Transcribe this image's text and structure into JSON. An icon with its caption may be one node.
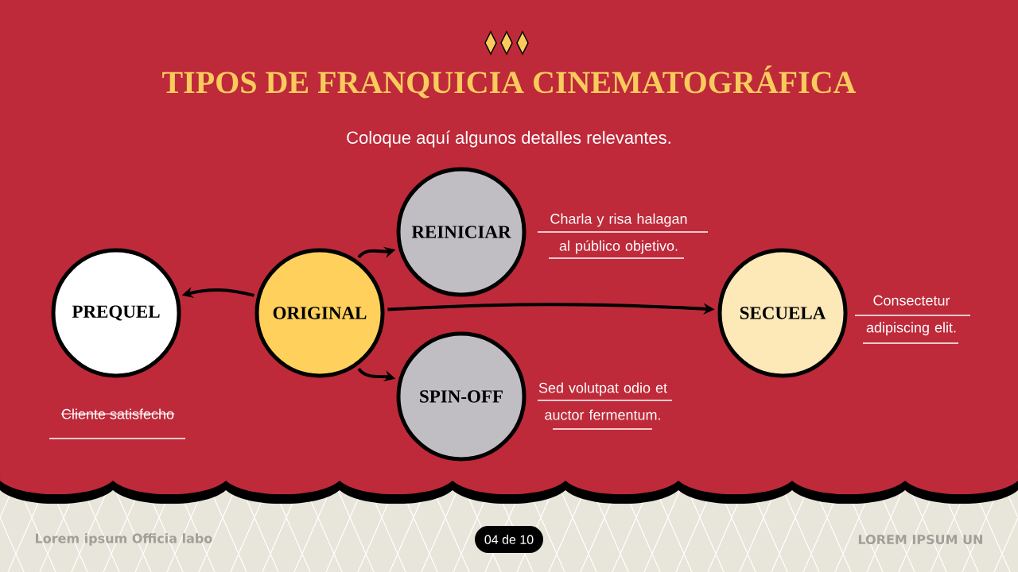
{
  "diagram": {
    "title": "TIPOS DE FRANQUICIA CINEMATOGRÁFICA",
    "nodes": [
      {
        "text": [
          "PREQUEL"
        ],
        "beside": [
          "Cliente satisfecho"
        ]
      },
      {
        "text": [
          "ORIGINAL"
        ]
      },
      {
        "text": [
          "REINICIAR"
        ],
        "beside": [
          "Charla y risa halagan al público objetivo."
        ]
      },
      {
        "text": [
          "SPIN-OFF"
        ],
        "beside": [
          "Sed volutpat odio et auctor fermentum."
        ]
      },
      {
        "text": [
          "SECUELA"
        ],
        "beside": [
          "Consectetur adipiscing elit."
        ]
      }
    ],
    "edges": [
      {
        "from": 1,
        "to": 0,
        "arrow": "to"
      },
      {
        "from": 1,
        "to": 2,
        "arrow": "to"
      },
      {
        "from": 1,
        "to": 3,
        "arrow": "to"
      },
      {
        "from": 1,
        "to": 4,
        "arrow": "to"
      }
    ],
    "labels": [
      "Coloque aquí algunos detalles relevantes.",
      "Lorem ipsum Officia labo",
      "04 de 10",
      "LOREM IPSUM UN"
    ]
  }
}
